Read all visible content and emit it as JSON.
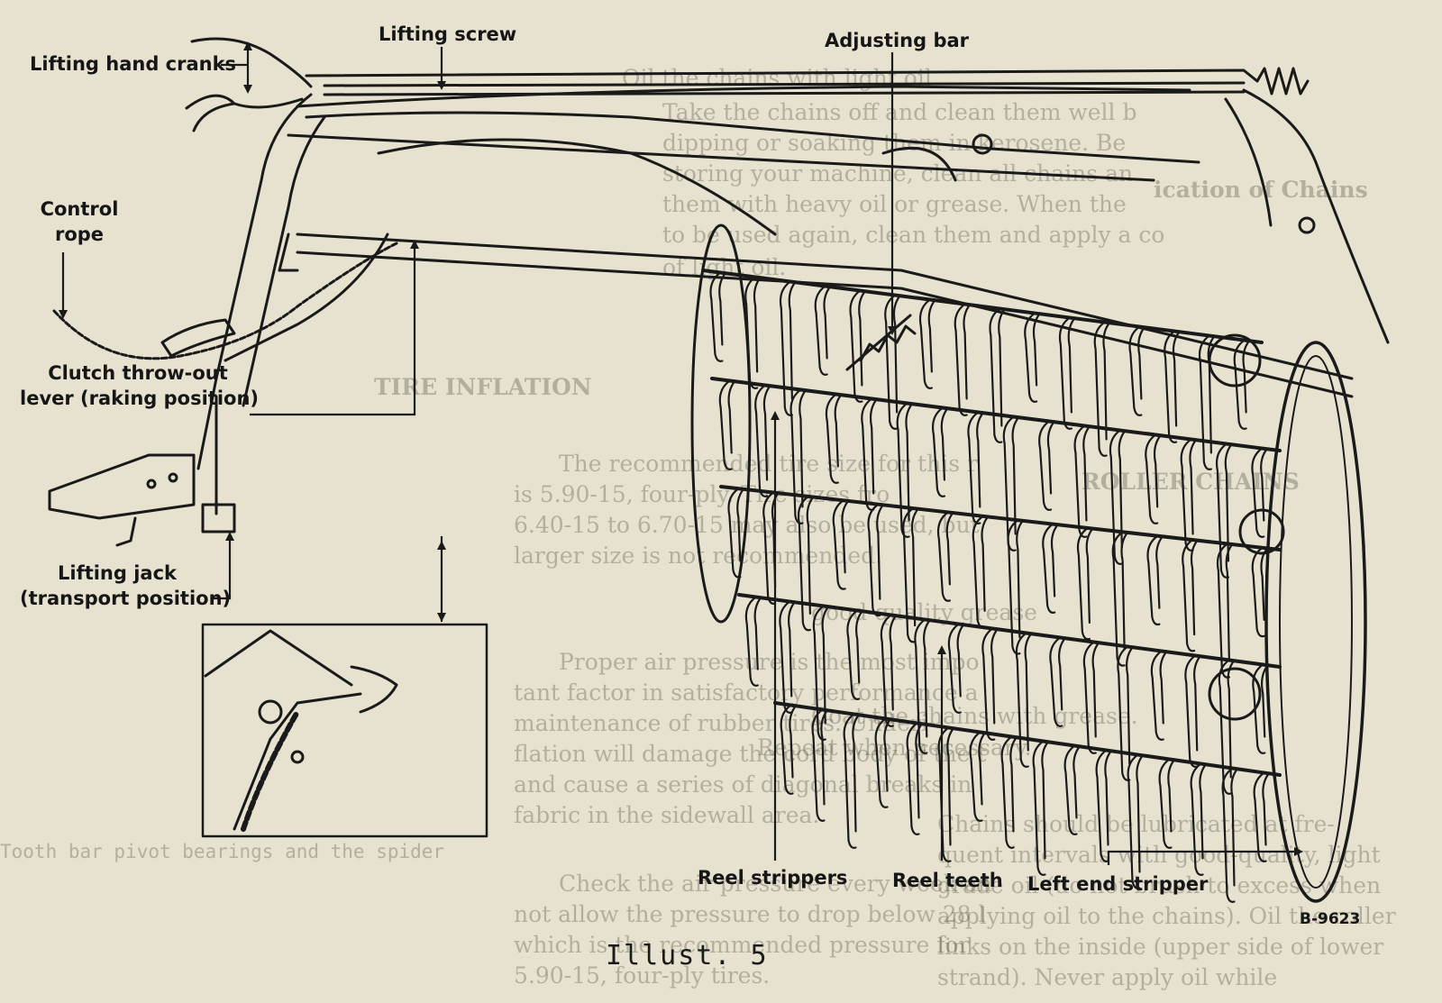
{
  "labels": {
    "lifting_hand_cranks": "Lifting hand cranks",
    "lifting_screw": "Lifting screw",
    "adjusting_bar": "Adjusting bar",
    "control_rope_line1": "Control",
    "control_rope_line2": "rope",
    "clutch_line1": "Clutch throw-out",
    "clutch_line2": "lever (raking position)",
    "lifting_jack_line1": "Lifting jack",
    "lifting_jack_line2": "(transport position)",
    "reel_strippers": "Reel strippers",
    "reel_teeth": "Reel teeth",
    "left_end_stripper": "Left end stripper"
  },
  "figure_code": "B-9623",
  "caption": "Illust. 5",
  "background_text": {
    "p1_line1": "Oil the chains with light oil",
    "p1_line2": "Take the chains off and clean them well b",
    "p1_line3": "dipping or soaking them in kerosene. Be",
    "p1_line4": "storing your machine, clean all chains an",
    "p1_line5": "them with heavy oil or grease. When the",
    "p1_line6": "to be used again, clean them and apply a co",
    "p1_line7": "of light oil.",
    "heading_chains": "ication of Chains",
    "heading_tire": "TIRE INFLATION",
    "tire_p1_line1": "The recommended tire size for this r",
    "tire_p1_line2": "is 5.90-15, four-ply. Tire sizes fro",
    "tire_p1_line3": "6.40-15 to 6.70-15 may also be used, but",
    "tire_p1_line4": "larger size is not recommended.",
    "tire_p2_line1": "Proper air pressure is the most impo",
    "tire_p2_line2": "tant factor in satisfactory performance a",
    "tire_p2_line3": "maintenance of rubber tires. Underi",
    "tire_p2_line4": "flation will damage the cord body of the t",
    "tire_p2_line5": "and cause a series of diagonal breaks in",
    "tire_p2_line6": "fabric in the sidewall area.",
    "tire_p3_line1": "Check the air pressure every week an",
    "tire_p3_line2": "not allow the pressure to drop below 28 l",
    "tire_p3_line3": "which is the recommended pressure for",
    "tire_p3_line4": "5.90-15, four-ply tires.",
    "roller_heading": "ROLLER CHAINS",
    "chains_line1": "Chains should be lubricated at fre-",
    "chains_line2": "quent intervals with good-quality, light",
    "chains_line3": "grade oil (do not brush to excess when",
    "chains_line4": "applying oil to the chains). Oil the roller",
    "chains_line5": "links on the inside (upper side of lower",
    "chains_line6": "strand). Never apply oil while",
    "coat_line": "Coat the chains with grease.",
    "repeat_line": "Repeat when necessary.",
    "tooth_bar_line": "Tooth bar pivot bearings and the spider",
    "good_quality_line": "good-quality grease"
  }
}
